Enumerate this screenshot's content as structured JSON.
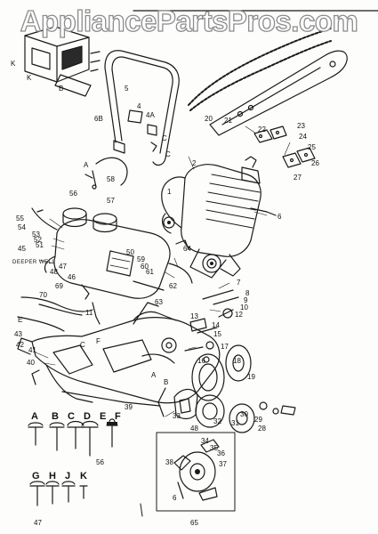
{
  "watermark": "AppliancePartsPros.com",
  "caption": "DEEPER WELL",
  "callouts": [
    "K",
    "K",
    "B",
    "5",
    "4",
    "4A",
    "6B",
    "C",
    "C",
    "20",
    "21",
    "22",
    "23",
    "24",
    "25",
    "26",
    "27",
    "A",
    "58",
    "2",
    "1",
    "6",
    "56",
    "57",
    "55",
    "54",
    "53",
    "52",
    "51",
    "45",
    "47",
    "48",
    "46",
    "50",
    "64",
    "59",
    "60",
    "61",
    "62",
    "70",
    "69",
    "11",
    "7",
    "8",
    "9",
    "10",
    "12",
    "13",
    "14",
    "15",
    "63",
    "16",
    "17",
    "18",
    "19",
    "30",
    "29",
    "28",
    "31",
    "32",
    "33",
    "39",
    "40",
    "41",
    "42",
    "43",
    "E",
    "C",
    "F",
    "B",
    "A",
    "48",
    "65",
    "38",
    "34",
    "35",
    "36",
    "37",
    "6"
  ],
  "hardware_keys": {
    "row1": [
      "A",
      "B",
      "C",
      "D",
      "E",
      "F"
    ],
    "row2": [
      "G",
      "H",
      "J",
      "K"
    ],
    "subs": [
      "56",
      "47"
    ]
  }
}
